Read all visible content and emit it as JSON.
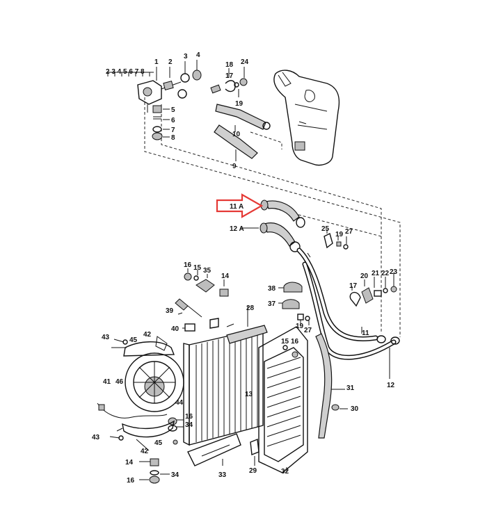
{
  "callouts": [
    {
      "id": "c1",
      "text": "1"
    },
    {
      "id": "c1sub",
      "text": "2 3 4 5 6 7 8"
    },
    {
      "id": "c2",
      "text": "2"
    },
    {
      "id": "c3",
      "text": "3"
    },
    {
      "id": "c4",
      "text": "4"
    },
    {
      "id": "c5",
      "text": "5"
    },
    {
      "id": "c6",
      "text": "6"
    },
    {
      "id": "c7",
      "text": "7"
    },
    {
      "id": "c8",
      "text": "8"
    },
    {
      "id": "c9",
      "text": "9"
    },
    {
      "id": "c10",
      "text": "10"
    },
    {
      "id": "c17a",
      "text": "17"
    },
    {
      "id": "c18",
      "text": "18"
    },
    {
      "id": "c19a",
      "text": "19"
    },
    {
      "id": "c24",
      "text": "24"
    },
    {
      "id": "c11A",
      "text": "11 A"
    },
    {
      "id": "c12A",
      "text": "12 A"
    },
    {
      "id": "c25",
      "text": "25"
    },
    {
      "id": "c19b",
      "text": "19"
    },
    {
      "id": "c27a",
      "text": "27"
    },
    {
      "id": "c20",
      "text": "20"
    },
    {
      "id": "c21",
      "text": "21"
    },
    {
      "id": "c22",
      "text": "22"
    },
    {
      "id": "c23",
      "text": "23"
    },
    {
      "id": "c17b",
      "text": "17"
    },
    {
      "id": "c11",
      "text": "11"
    },
    {
      "id": "c12",
      "text": "12"
    },
    {
      "id": "c16a",
      "text": "16"
    },
    {
      "id": "c15a",
      "text": "15"
    },
    {
      "id": "c35",
      "text": "35"
    },
    {
      "id": "c14a",
      "text": "14"
    },
    {
      "id": "c38",
      "text": "38"
    },
    {
      "id": "c37",
      "text": "37"
    },
    {
      "id": "c28",
      "text": "28"
    },
    {
      "id": "c39",
      "text": "39"
    },
    {
      "id": "c40",
      "text": "40"
    },
    {
      "id": "c19c",
      "text": "19"
    },
    {
      "id": "c27b",
      "text": "27"
    },
    {
      "id": "c43a",
      "text": "43"
    },
    {
      "id": "c45a",
      "text": "45"
    },
    {
      "id": "c42a",
      "text": "42"
    },
    {
      "id": "c41",
      "text": "41"
    },
    {
      "id": "c46",
      "text": "46"
    },
    {
      "id": "c44",
      "text": "44"
    },
    {
      "id": "c13",
      "text": "13"
    },
    {
      "id": "c15b",
      "text": "15"
    },
    {
      "id": "c16b",
      "text": "16"
    },
    {
      "id": "c31",
      "text": "31"
    },
    {
      "id": "c30",
      "text": "30"
    },
    {
      "id": "c16c",
      "text": "16"
    },
    {
      "id": "c34a",
      "text": "34"
    },
    {
      "id": "c43b",
      "text": "43"
    },
    {
      "id": "c45b",
      "text": "45"
    },
    {
      "id": "c42b",
      "text": "42"
    },
    {
      "id": "c14b",
      "text": "14"
    },
    {
      "id": "c34b",
      "text": "34"
    },
    {
      "id": "c16d",
      "text": "16"
    },
    {
      "id": "c33",
      "text": "33"
    },
    {
      "id": "c29",
      "text": "29"
    },
    {
      "id": "c32",
      "text": "32"
    }
  ],
  "highlight": {
    "color": "#e53935"
  },
  "colors": {
    "line": "#111111",
    "hose_fill": "#cfcfcf",
    "background": "#ffffff"
  }
}
